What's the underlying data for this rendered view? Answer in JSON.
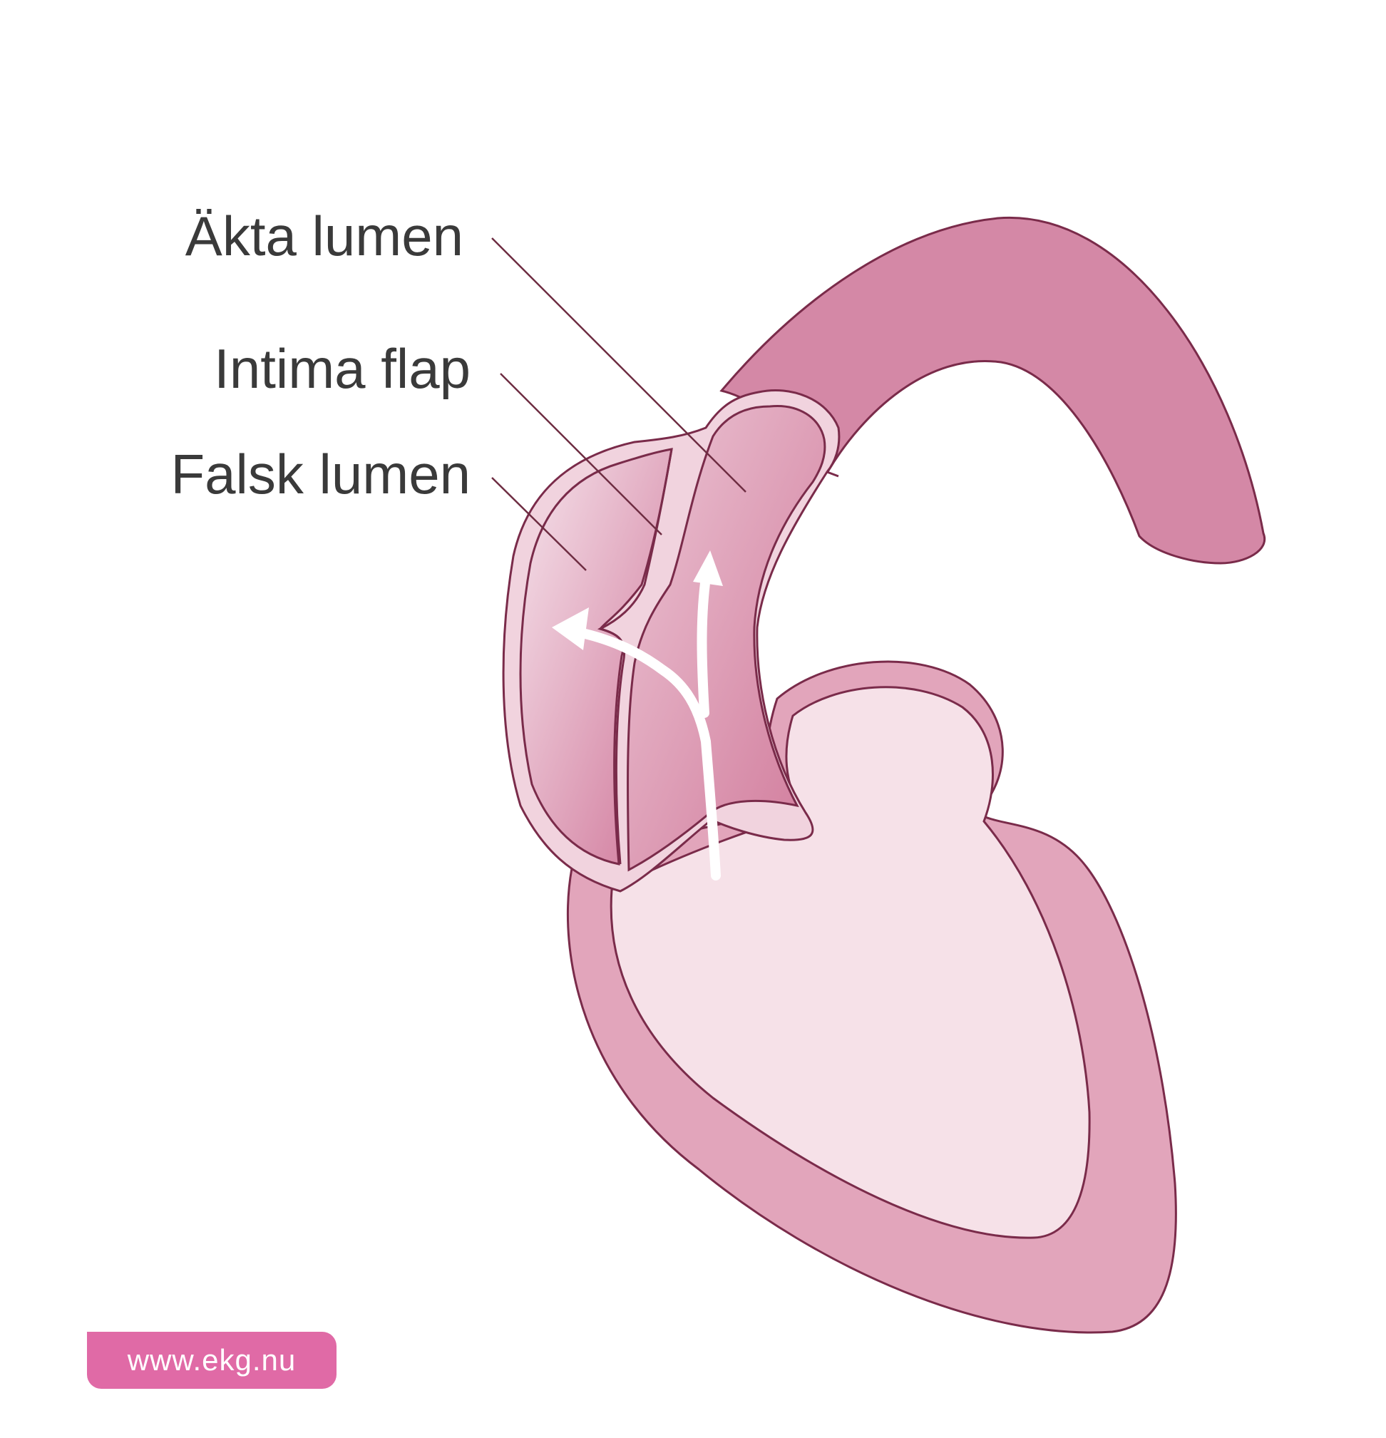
{
  "labels": {
    "true_lumen": "Äkta lumen",
    "intima_flap": "Intima flap",
    "false_lumen": "Falsk lumen"
  },
  "watermark": {
    "text": "www.ekg.nu"
  },
  "colors": {
    "outline": "#7a2b4a",
    "aorta_arch": "#d488a6",
    "heart_wall": "#e2a5bb",
    "heart_cavity": "#f6e1e8",
    "root_wall": "#f1d3de",
    "root_inner_light": "#f3dbe5",
    "root_inner_dark": "#d17a9b",
    "leader_line": "#6e2d42",
    "arrow": "#ffffff",
    "watermark_bg": "#e06aa6"
  },
  "icons": {
    "blood_flow": "curved-arrow-icon"
  }
}
